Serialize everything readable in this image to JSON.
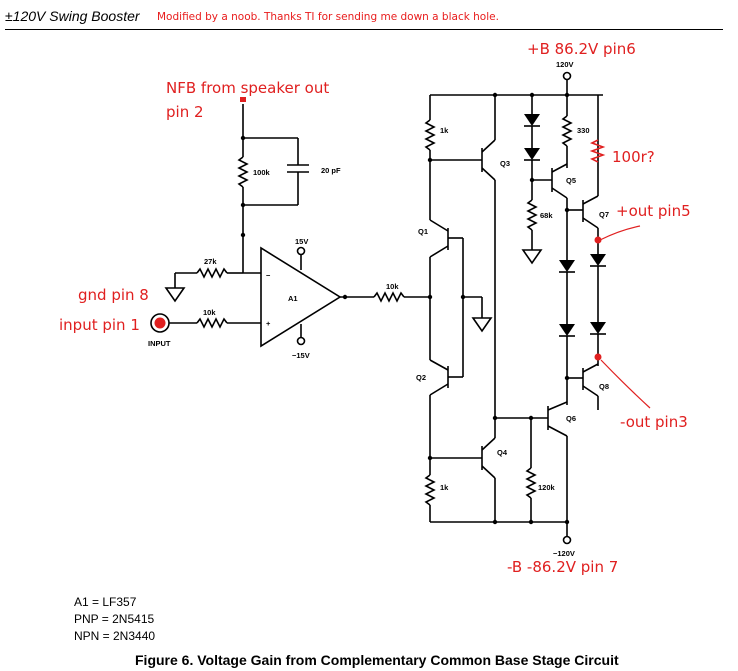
{
  "header": {
    "title": "±120V Swing Booster",
    "subtitle": "Modified by a noob.  Thanks TI for sending me down a black hole."
  },
  "annotations": {
    "plus_b": "+B 86.2V  pin6",
    "nfb": "NFB from speaker out",
    "nfb_pin": "pin 2",
    "gnd": "gnd pin 8",
    "input": "input pin 1",
    "r100": "100r?",
    "out_plus": "+out pin5",
    "out_minus": "-out pin3",
    "minus_b": "-B -86.2V pin 7"
  },
  "labels": {
    "vpos": "120V",
    "vneg": "−120V",
    "v15p": "15V",
    "v15n": "−15V",
    "input": "INPUT",
    "a1": "A1",
    "plus": "+",
    "minus": "−",
    "r100k": "100k",
    "c20": "20 pF",
    "r27k": "27k",
    "r10k_in": "10k",
    "r10k_out": "10k",
    "r1k_top": "1k",
    "r1k_bot": "1k",
    "r68k": "68k",
    "r120k": "120k",
    "r330": "330",
    "q1": "Q1",
    "q2": "Q2",
    "q3": "Q3",
    "q4": "Q4",
    "q5": "Q5",
    "q6": "Q6",
    "q7": "Q7",
    "q8": "Q8"
  },
  "notes": [
    "A1 = LF357",
    "PNP = 2N5415",
    "NPN = 2N3440"
  ],
  "caption": "Figure 6. Voltage Gain from Complementary Common Base Stage Circuit",
  "colors": {
    "annotation": "#e02020",
    "ink": "#000000"
  }
}
